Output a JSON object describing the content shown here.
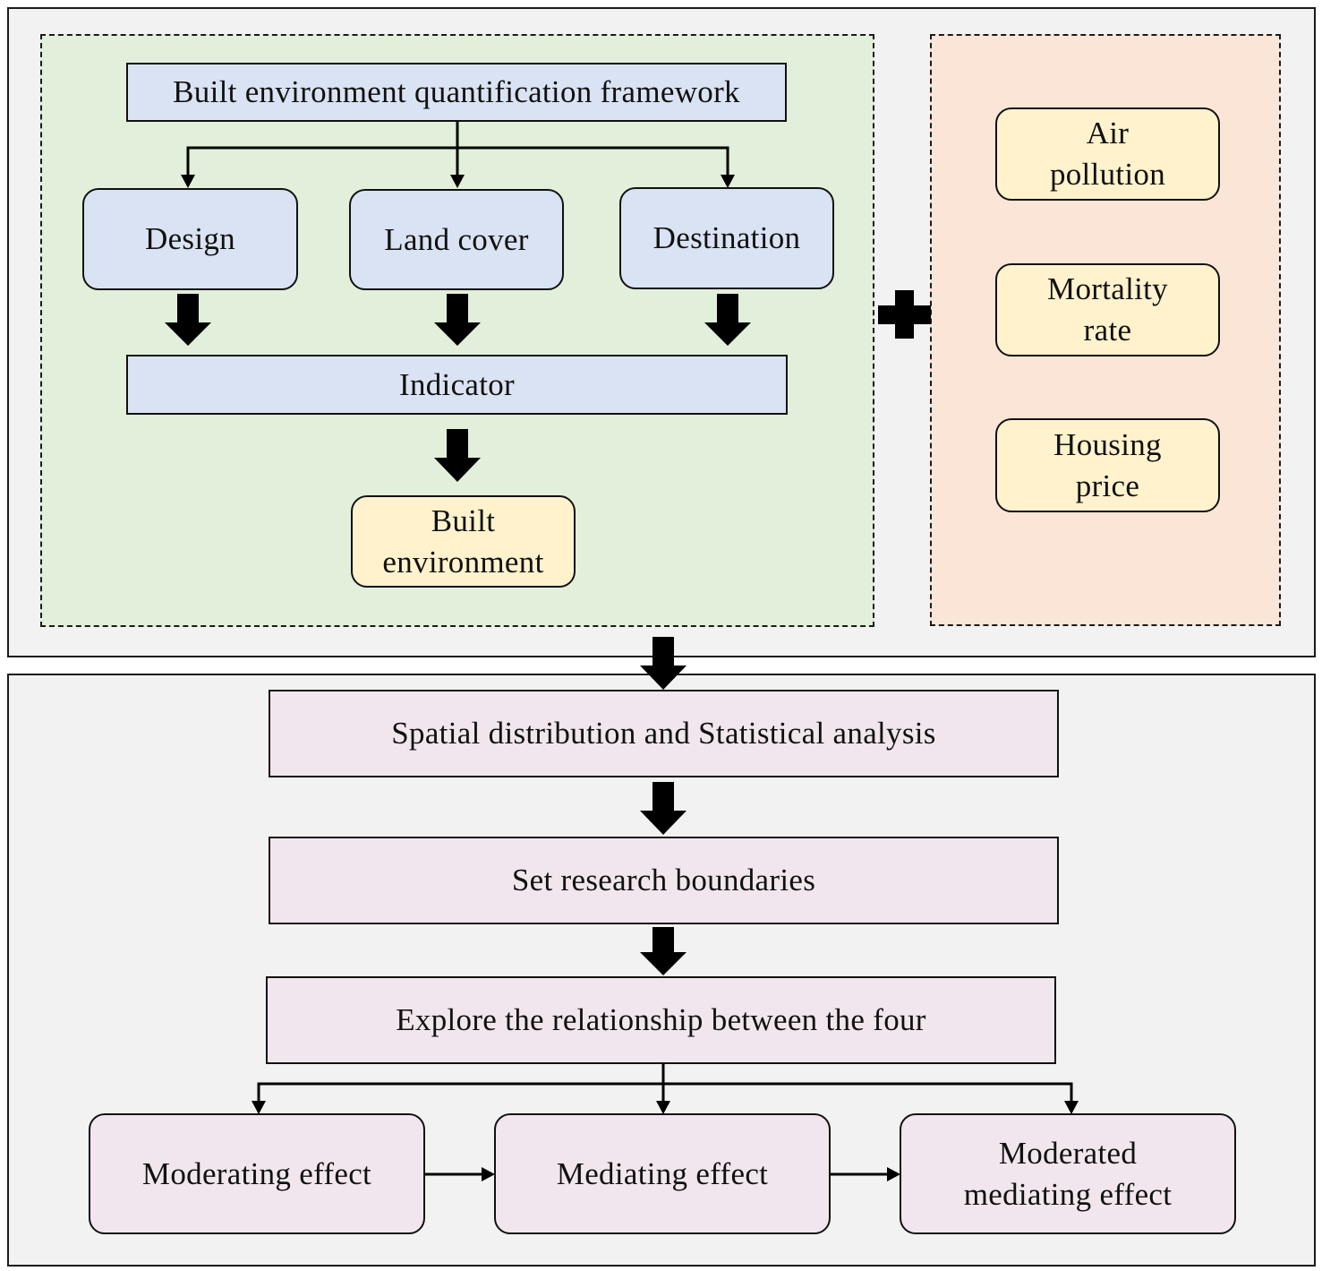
{
  "top": {
    "framework_title": "Built environment quantification framework",
    "categories": [
      "Design",
      "Land cover",
      "Destination"
    ],
    "indicator": "Indicator",
    "built_environment": "Built\nenvironment"
  },
  "outcomes": [
    "Air\npollution",
    "Mortality\nrate",
    "Housing\nprice"
  ],
  "bottom": {
    "step1": "Spatial distribution and Statistical analysis",
    "step2": "Set research boundaries",
    "step3": "Explore the relationship between the four",
    "effects": [
      "Moderating effect",
      "Mediating effect",
      "Moderated\nmediating effect"
    ]
  },
  "colors": {
    "panel_bg": "#f2f2f2",
    "framework_group_bg": "#e2efda",
    "outcome_group_bg": "#fbe5d6",
    "blue_box": "#dae3f3",
    "yellow_box": "#fff2cc",
    "pink_box": "#f2e6ee"
  }
}
